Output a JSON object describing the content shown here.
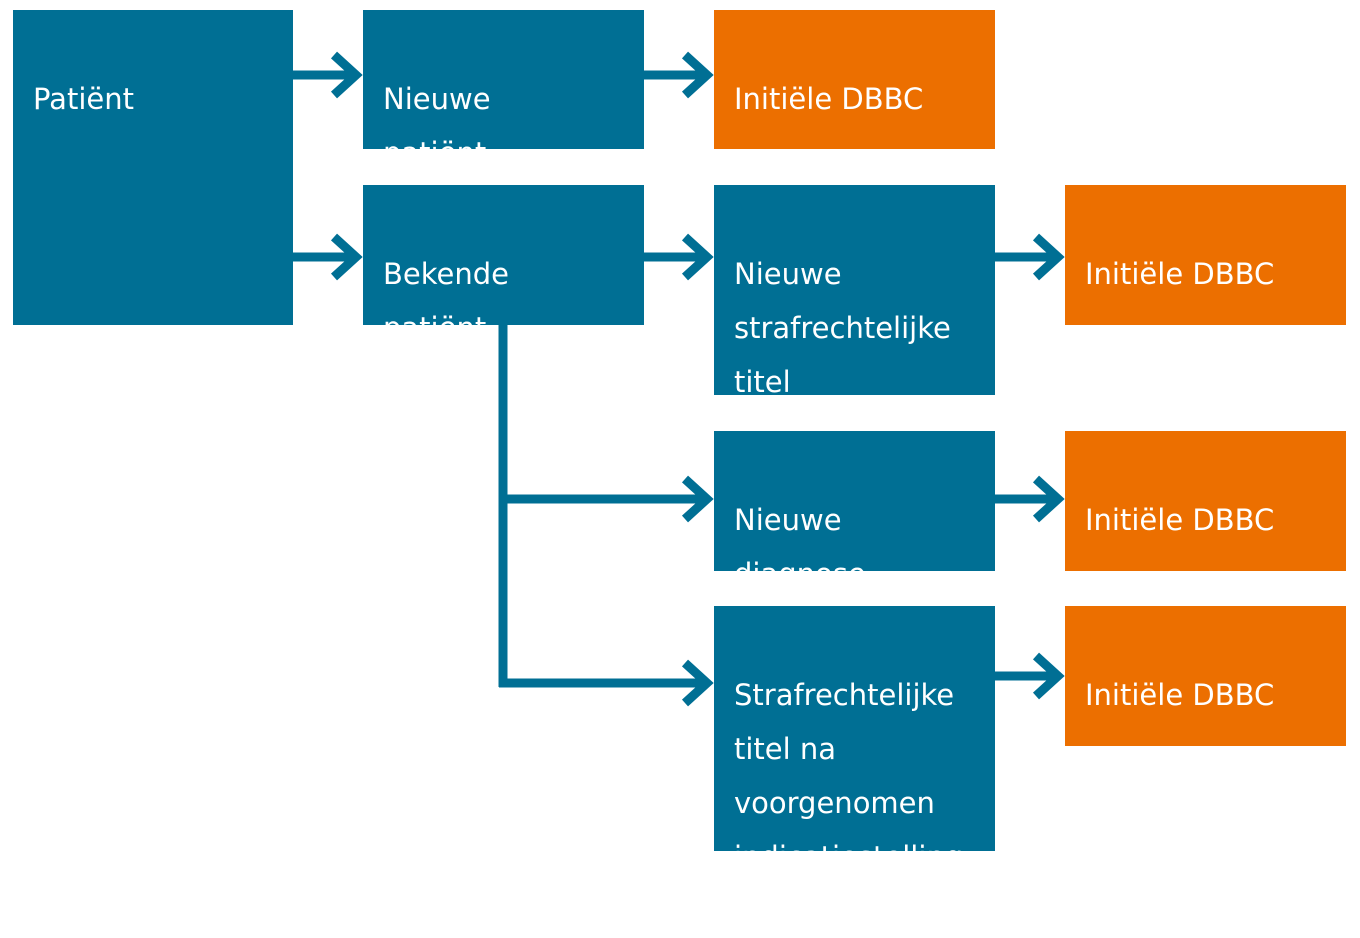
{
  "diagram": {
    "patient": "Patiënt",
    "new_patient": "Nieuwe\npatiënt",
    "known_patient": "Bekende\npatiënt",
    "new_criminal_title": "Nieuwe\nstrafrechtelijke\ntitel",
    "new_diagnosis": "Nieuwe\ndiagnose",
    "criminal_title_after_indication": "Strafrechtelijke\ntitel na\nvoorgenomen\nindicatiestelling",
    "initial_dbbc_1": "Initiële DBBC",
    "initial_dbbc_2": "Initiële DBBC",
    "initial_dbbc_3": "Initiële DBBC",
    "initial_dbbc_4": "Initiële DBBC"
  },
  "colors": {
    "blue": "#006f94",
    "orange": "#ec6f00",
    "connector": "#006f94",
    "background": "#ffffff"
  }
}
